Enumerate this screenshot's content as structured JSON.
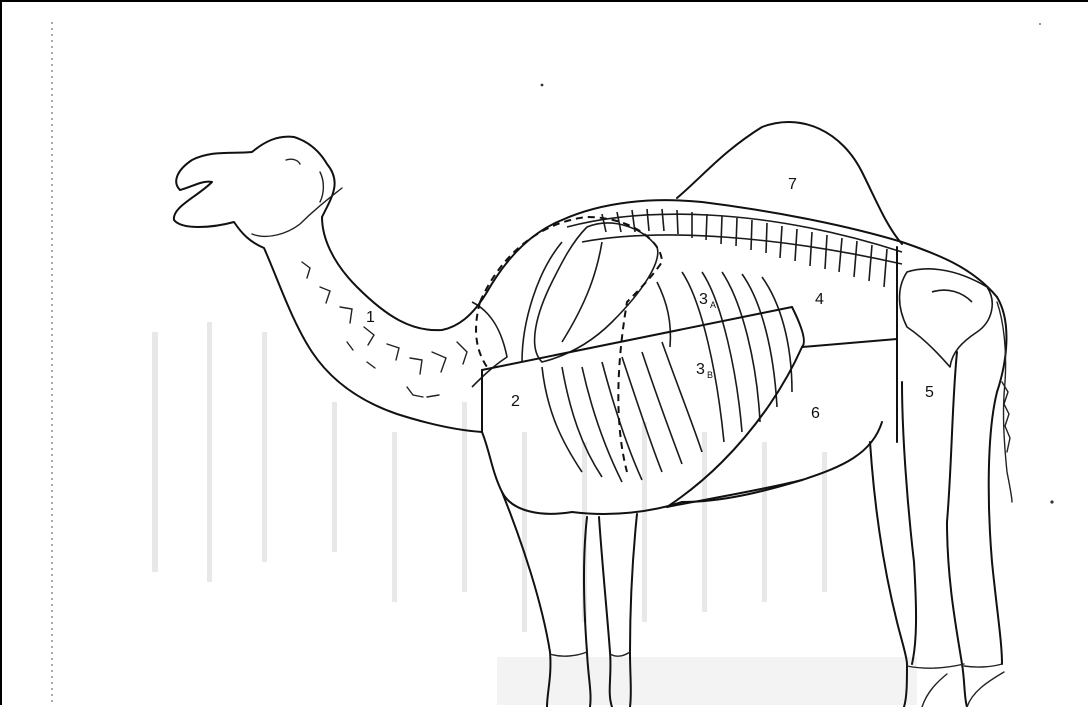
{
  "labels": {
    "r1": "1",
    "r2": "2",
    "r3a": "3",
    "r3a_sub": "A",
    "r3b": "3",
    "r3b_sub": "B",
    "r4": "4",
    "r5": "5",
    "r6": "6",
    "r7": "7"
  },
  "colors": {
    "line": "#111111",
    "paper": "#ffffff",
    "bleed_through": "#bdbdbd"
  }
}
